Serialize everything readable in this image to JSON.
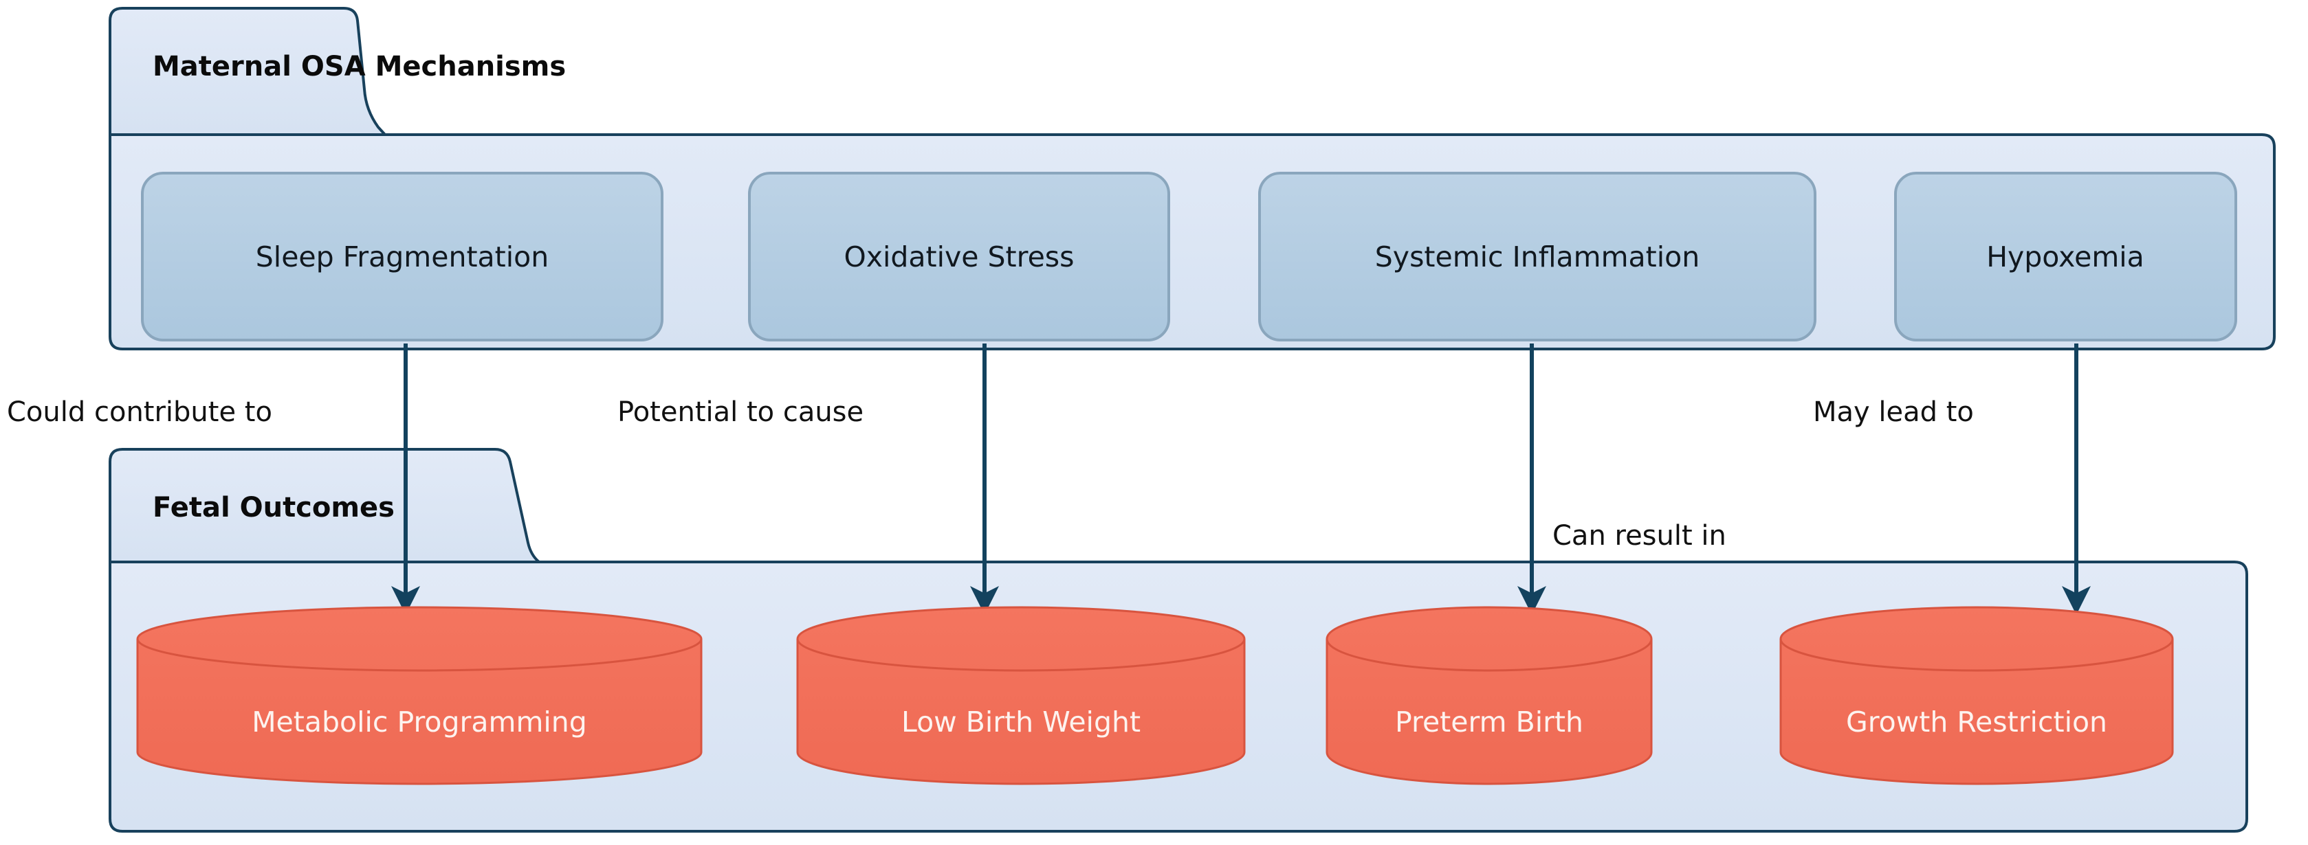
{
  "diagram": {
    "type": "flowchart",
    "clusters": [
      {
        "id": "maternal",
        "title": "Maternal OSA Mechanisms",
        "fill": "#dce6f5",
        "stroke": "#18415c"
      },
      {
        "id": "fetal",
        "title": "Fetal Outcomes",
        "fill": "#dce6f5",
        "stroke": "#18415c"
      }
    ],
    "mechanisms": [
      {
        "id": "sleep-fragmentation",
        "label": "Sleep Fragmentation"
      },
      {
        "id": "oxidative-stress",
        "label": "Oxidative Stress"
      },
      {
        "id": "systemic-inflammation",
        "label": "Systemic Inflammation"
      },
      {
        "id": "hypoxemia",
        "label": "Hypoxemia"
      }
    ],
    "outcomes": [
      {
        "id": "metabolic-programming",
        "label": "Metabolic Programming"
      },
      {
        "id": "low-birth-weight",
        "label": "Low Birth Weight"
      },
      {
        "id": "preterm-birth",
        "label": "Preterm Birth"
      },
      {
        "id": "growth-restriction",
        "label": "Growth Restriction"
      }
    ],
    "edges": [
      {
        "id": "edge-1",
        "from": "Sleep Fragmentation",
        "to": "Metabolic Programming",
        "label": "Could contribute to"
      },
      {
        "id": "edge-2",
        "from": "Oxidative Stress",
        "to": "Low Birth Weight",
        "label": "Potential to cause"
      },
      {
        "id": "edge-3",
        "from": "Systemic Inflammation",
        "to": "Preterm Birth",
        "label": "Can result in"
      },
      {
        "id": "edge-4",
        "from": "Hypoxemia",
        "to": "Growth Restriction",
        "label": "May lead to"
      }
    ],
    "colors": {
      "mechanism_fill": "#b4cde3",
      "mechanism_stroke": "#8aa6bd",
      "outcome_fill": "#f2705a",
      "outcome_stroke": "#d8543f",
      "outcome_text": "#fdf3ef",
      "cluster_fill": "#dce6f5",
      "cluster_stroke": "#18415c",
      "edge_stroke": "#13425e",
      "background": "#ffffff"
    }
  }
}
